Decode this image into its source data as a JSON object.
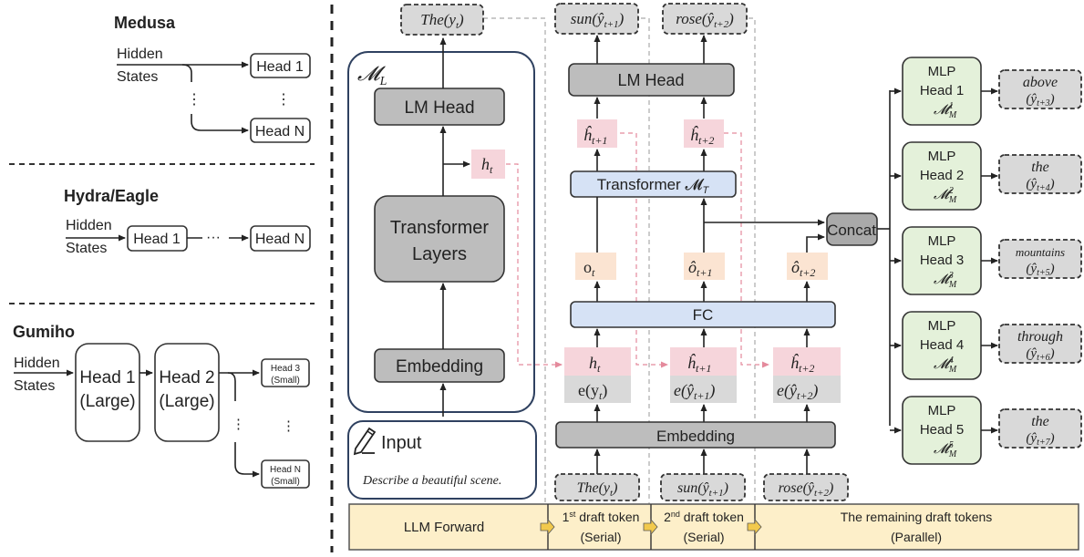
{
  "colors": {
    "gray_box": "#bdbdbd",
    "dark_gray_box": "#a9a9a9",
    "token_box": "#d9d9d9",
    "blue_box": "#d6e2f5",
    "pink_box": "#f6d5db",
    "orange_box": "#fbe4d2",
    "green_box": "#e4f1da",
    "timeline_bar": "#fdefc9",
    "container_border": "#2f4160"
  },
  "left_panel": {
    "medusa": {
      "title": "Medusa",
      "input_label_1": "Hidden",
      "input_label_2": "States",
      "heads": [
        "Head 1",
        "Head N"
      ],
      "ellipsis": "⋮"
    },
    "hydra_eagle": {
      "title": "Hydra/Eagle",
      "input_label_1": "Hidden",
      "input_label_2": "States",
      "heads": [
        "Head 1",
        "Head N"
      ],
      "ellipsis": "···"
    },
    "gumiho": {
      "title": "Gumiho",
      "input_label_1": "Hidden",
      "input_label_2": "States",
      "large_heads": [
        {
          "name": "Head 1",
          "size": "(Large)"
        },
        {
          "name": "Head 2",
          "size": "(Large)"
        }
      ],
      "small_heads": [
        {
          "name": "Head 3",
          "size": "(Small)"
        },
        {
          "name": "Head N",
          "size": "(Small)"
        }
      ],
      "ellipsis": "⋮"
    }
  },
  "main": {
    "llm": {
      "container_label": "𝓜",
      "container_sub": "L",
      "lm_head": "LM Head",
      "transformer_1": "Transformer",
      "transformer_2": "Layers",
      "embedding": "Embedding",
      "hidden_out": "h",
      "hidden_sub": "t",
      "output_token": "The(y",
      "output_token_sub": "t",
      "output_token_end": ")"
    },
    "input": {
      "icon": "pencil-icon",
      "label": "Input",
      "prompt": "Describe a beautiful scene."
    },
    "serial": {
      "lm_head": "LM Head",
      "transformer": "Transformer 𝓜",
      "transformer_sub": "T",
      "fc": "FC",
      "embedding": "Embedding",
      "concat": "Concat",
      "top_tokens": [
        {
          "word": "sun(ŷ",
          "sub": "t+1",
          "end": ")"
        },
        {
          "word": "rose(ŷ",
          "sub": "t+2",
          "end": ")"
        }
      ],
      "h_hats": [
        {
          "base": "ĥ",
          "sub": "t+1"
        },
        {
          "base": "ĥ",
          "sub": "t+2"
        }
      ],
      "outputs": [
        {
          "base": "o",
          "sub": "t"
        },
        {
          "base": "ô",
          "sub": "t+1"
        },
        {
          "base": "ô",
          "sub": "t+2"
        }
      ],
      "hidden_inputs": [
        {
          "base": "h",
          "sub": "t"
        },
        {
          "base": "ĥ",
          "sub": "t+1"
        },
        {
          "base": "ĥ",
          "sub": "t+2"
        }
      ],
      "embed_inputs": [
        {
          "base": "e(y",
          "sub": "t",
          "end": ")"
        },
        {
          "base": "e(ŷ",
          "sub": "t+1",
          "end": ")"
        },
        {
          "base": "e(ŷ",
          "sub": "t+2",
          "end": ")"
        }
      ],
      "bottom_tokens": [
        {
          "word": "The(y",
          "sub": "t",
          "end": ")"
        },
        {
          "word": "sun(ŷ",
          "sub": "t+1",
          "end": ")"
        },
        {
          "word": "rose(ŷ",
          "sub": "t+2",
          "end": ")"
        }
      ]
    },
    "mlp_heads": [
      {
        "l1": "MLP",
        "l2": "Head 1",
        "m": "𝓜",
        "sup": "1",
        "sub": "M",
        "token": "above",
        "tsub": "t+3"
      },
      {
        "l1": "MLP",
        "l2": "Head 2",
        "m": "𝓜",
        "sup": "2",
        "sub": "M",
        "token": "the",
        "tsub": "t+4"
      },
      {
        "l1": "MLP",
        "l2": "Head 3",
        "m": "𝓜",
        "sup": "3",
        "sub": "M",
        "token": "mountains",
        "tsub": "t+5"
      },
      {
        "l1": "MLP",
        "l2": "Head 4",
        "m": "𝓜",
        "sup": "4",
        "sub": "M",
        "token": "through",
        "tsub": "t+6"
      },
      {
        "l1": "MLP",
        "l2": "Head 5",
        "m": "𝓜",
        "sup": "5",
        "sub": "M",
        "token": "the",
        "tsub": "t+7"
      }
    ],
    "timeline": [
      {
        "l1": "LLM Forward",
        "l2": ""
      },
      {
        "l1": "1",
        "sup": "st",
        "rest": " draft token",
        "l2": "(Serial)"
      },
      {
        "l1": "2",
        "sup": "nd",
        "rest": " draft token",
        "l2": "(Serial)"
      },
      {
        "l1": "The remaining draft tokens",
        "l2": "(Parallel)"
      }
    ]
  }
}
